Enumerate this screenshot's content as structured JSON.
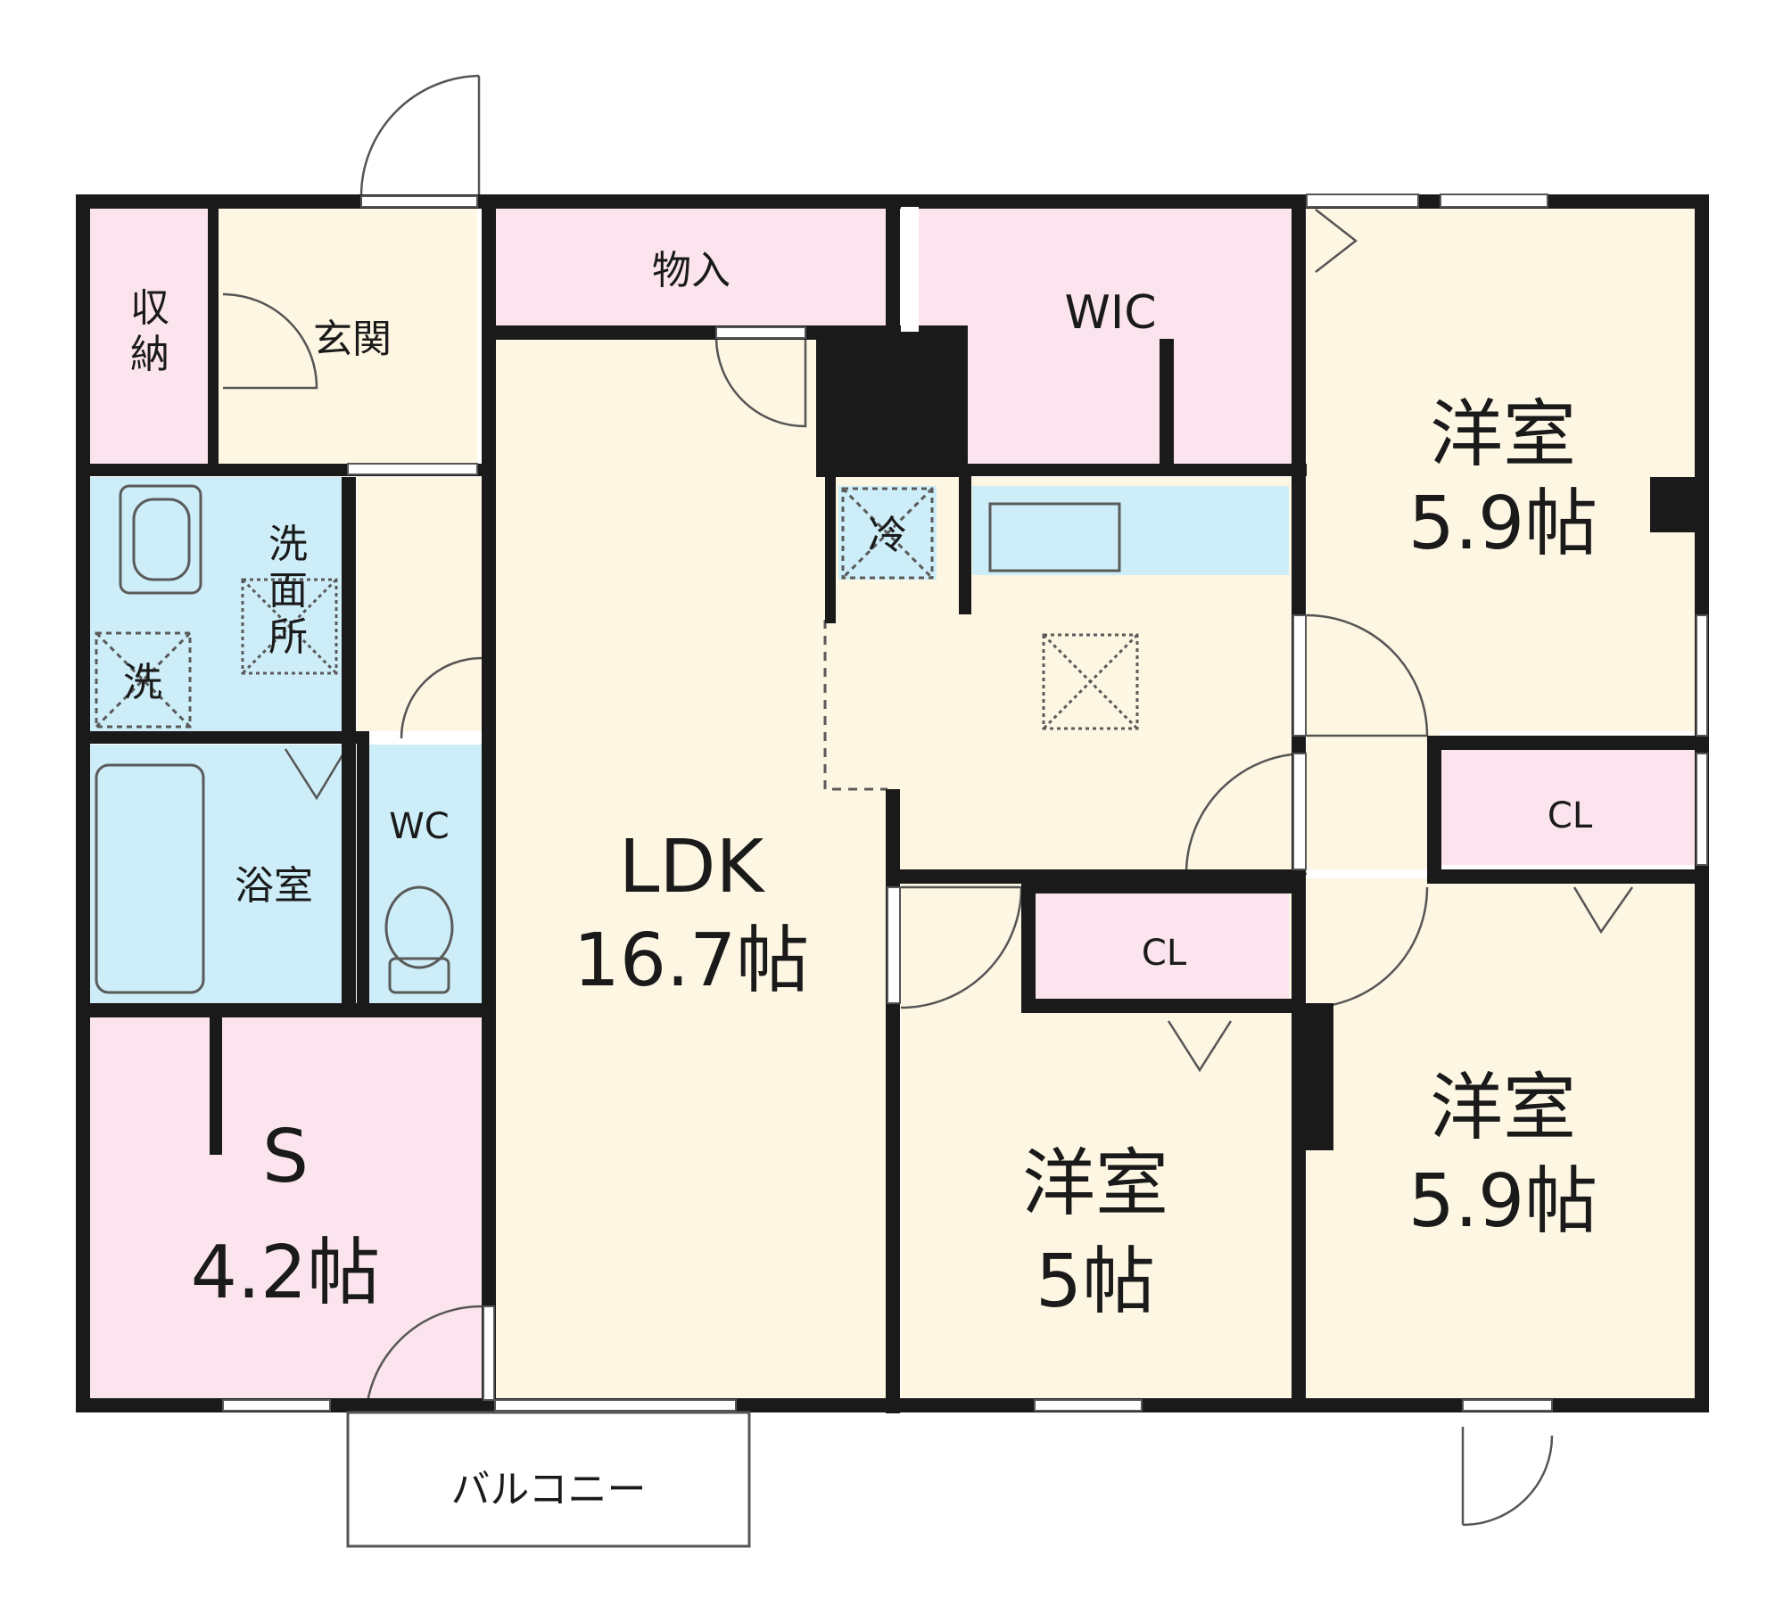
{
  "colors": {
    "wall": "#1a1a1a",
    "room_beige": "#fdf6e3",
    "room_pink": "#fbe4ee",
    "room_blue": "#cdeef8",
    "fixture": "#5a5a5a"
  },
  "rooms": {
    "storage_left": "収\n納",
    "entrance": "玄関",
    "storage_top": "物入",
    "wic": "WIC",
    "western_ne_name": "洋室",
    "western_ne_size": "5.9帖",
    "washroom": "洗\n面\n所",
    "washer": "洗",
    "fridge": "冷",
    "bath": "浴室",
    "wc": "WC",
    "ldk_name": "LDK",
    "ldk_size": "16.7帖",
    "cl_east": "CL",
    "cl_mid": "CL",
    "s_name": "S",
    "s_size": "4.2帖",
    "western_mid_name": "洋室",
    "western_mid_size": "5帖",
    "western_se_name": "洋室",
    "western_se_size": "5.9帖",
    "balcony": "バルコニー"
  }
}
